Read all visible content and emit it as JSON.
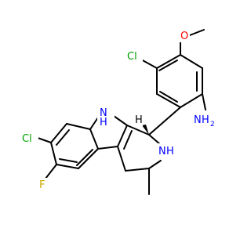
{
  "molecule": {
    "atoms": {
      "cl_top": {
        "label": "Cl",
        "color": "#00a000"
      },
      "o_methoxy": {
        "label": "O",
        "color": "#ff0000"
      },
      "nh_indole": {
        "label": "N",
        "color": "#0000ff"
      },
      "h_indole": {
        "label": "H",
        "color": "#0000ff"
      },
      "nh2_n": {
        "label": "N",
        "color": "#0000ff"
      },
      "nh2_h": {
        "label": "H",
        "color": "#0000ff"
      },
      "nh2_sub": {
        "label": "2",
        "color": "#0000ff"
      },
      "n_ring": {
        "label": "N",
        "color": "#0000ff"
      },
      "h_ring": {
        "label": "H",
        "color": "#0000ff"
      },
      "cl_left": {
        "label": "Cl",
        "color": "#00a000"
      },
      "f_left": {
        "label": "F",
        "color": "#ccac00"
      },
      "stereo_h": {
        "label": "H",
        "color": "#000000"
      }
    }
  }
}
